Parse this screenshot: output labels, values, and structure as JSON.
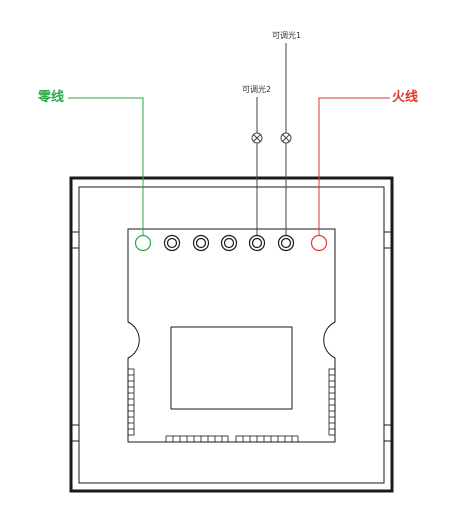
{
  "labels": {
    "neutral": "零线",
    "live": "火线",
    "dimmer1": "可调光1",
    "dimmer2": "可调光2"
  },
  "colors": {
    "neutral": "#2aa84a",
    "live": "#e03a2e",
    "outline": "#1a1a1a",
    "thin_line": "#444444"
  },
  "terminals": [
    {
      "role": "neutral"
    },
    {
      "role": "terminal"
    },
    {
      "role": "terminal"
    },
    {
      "role": "terminal"
    },
    {
      "role": "dimmer-2"
    },
    {
      "role": "dimmer-1"
    },
    {
      "role": "live"
    }
  ]
}
